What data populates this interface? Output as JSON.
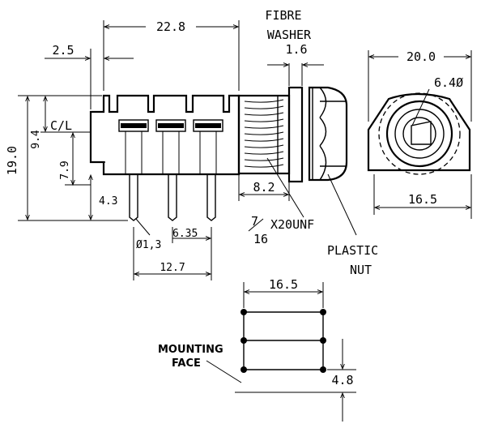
{
  "dims": {
    "width_total": "22.8",
    "offset_left": "2.5",
    "height_total": "19.0",
    "centerline_dist": "9.4",
    "centerline_label": "C/L",
    "pin_upper": "7.9",
    "pin_lower": "4.3",
    "pin_diameter": "Ø1,3",
    "pin_pitch": "6.35",
    "pin_span": "12.7",
    "thread_len": "8.2",
    "washer_thickness": "1.6",
    "front_width": "20.0",
    "front_hole": "6.4Ø",
    "front_span": "16.5",
    "mount_span": "16.5",
    "mount_offset": "4.8"
  },
  "labels": {
    "fibre": "FIBRE",
    "washer": "WASHER",
    "thread_num": "7",
    "thread_den": "16",
    "thread_rest": "X20UNF",
    "plastic": "PLASTIC",
    "nut": "NUT",
    "mounting": "MOUNTING",
    "face": "FACE"
  }
}
